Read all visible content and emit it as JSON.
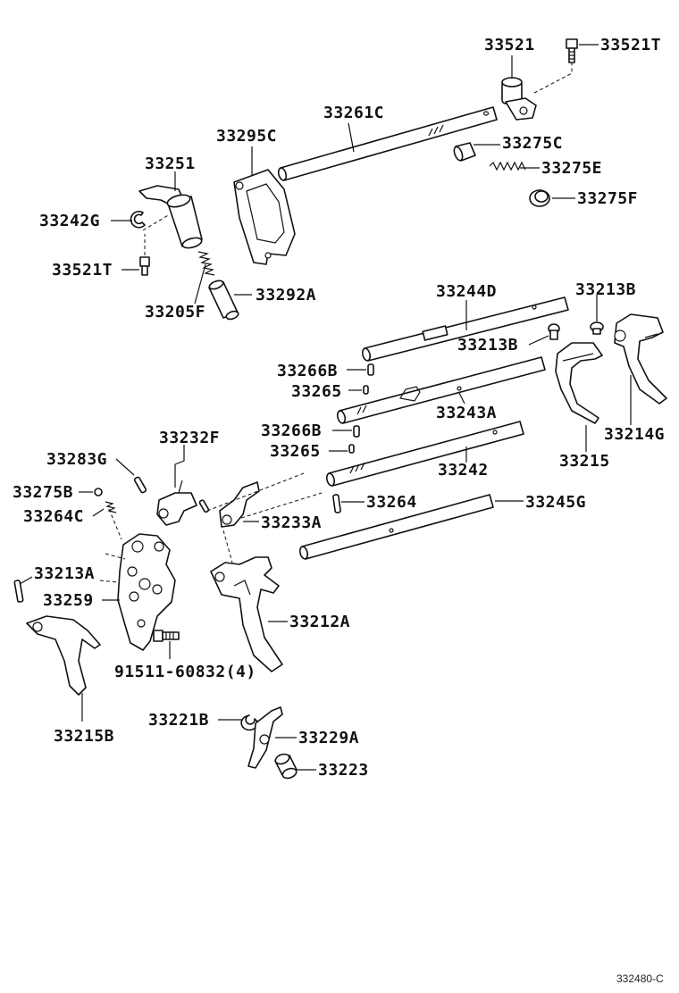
{
  "diagram": {
    "reference_code": "332480-C",
    "callouts": [
      {
        "id": "c-33521",
        "label": "33521"
      },
      {
        "id": "c-33521t-top",
        "label": "33521T"
      },
      {
        "id": "c-33261c",
        "label": "33261C"
      },
      {
        "id": "c-33295c",
        "label": "33295C"
      },
      {
        "id": "c-33275c",
        "label": "33275C"
      },
      {
        "id": "c-33251",
        "label": "33251"
      },
      {
        "id": "c-33275e",
        "label": "33275E"
      },
      {
        "id": "c-33242g",
        "label": "33242G"
      },
      {
        "id": "c-33275f",
        "label": "33275F"
      },
      {
        "id": "c-33521t-left",
        "label": "33521T"
      },
      {
        "id": "c-33292a",
        "label": "33292A"
      },
      {
        "id": "c-33205f",
        "label": "33205F"
      },
      {
        "id": "c-33244d",
        "label": "33244D"
      },
      {
        "id": "c-33213b-a",
        "label": "33213B"
      },
      {
        "id": "c-33213b-b",
        "label": "33213B"
      },
      {
        "id": "c-33266b-a",
        "label": "33266B"
      },
      {
        "id": "c-33265-a",
        "label": "33265"
      },
      {
        "id": "c-33243a",
        "label": "33243A"
      },
      {
        "id": "c-33214g",
        "label": "33214G"
      },
      {
        "id": "c-33232f",
        "label": "33232F"
      },
      {
        "id": "c-33266b-b",
        "label": "33266B"
      },
      {
        "id": "c-33265-b",
        "label": "33265"
      },
      {
        "id": "c-33215",
        "label": "33215"
      },
      {
        "id": "c-33283g",
        "label": "33283G"
      },
      {
        "id": "c-33242",
        "label": "33242"
      },
      {
        "id": "c-33275b",
        "label": "33275B"
      },
      {
        "id": "c-33264",
        "label": "33264"
      },
      {
        "id": "c-33245g",
        "label": "33245G"
      },
      {
        "id": "c-33264c",
        "label": "33264C"
      },
      {
        "id": "c-33233a",
        "label": "33233A"
      },
      {
        "id": "c-33213a",
        "label": "33213A"
      },
      {
        "id": "c-33259",
        "label": "33259"
      },
      {
        "id": "c-33212a",
        "label": "33212A"
      },
      {
        "id": "c-91511",
        "label": "91511-60832(4)"
      },
      {
        "id": "c-33215b",
        "label": "33215B"
      },
      {
        "id": "c-33221b",
        "label": "33221B"
      },
      {
        "id": "c-33229a",
        "label": "33229A"
      },
      {
        "id": "c-33223",
        "label": "33223"
      }
    ]
  }
}
